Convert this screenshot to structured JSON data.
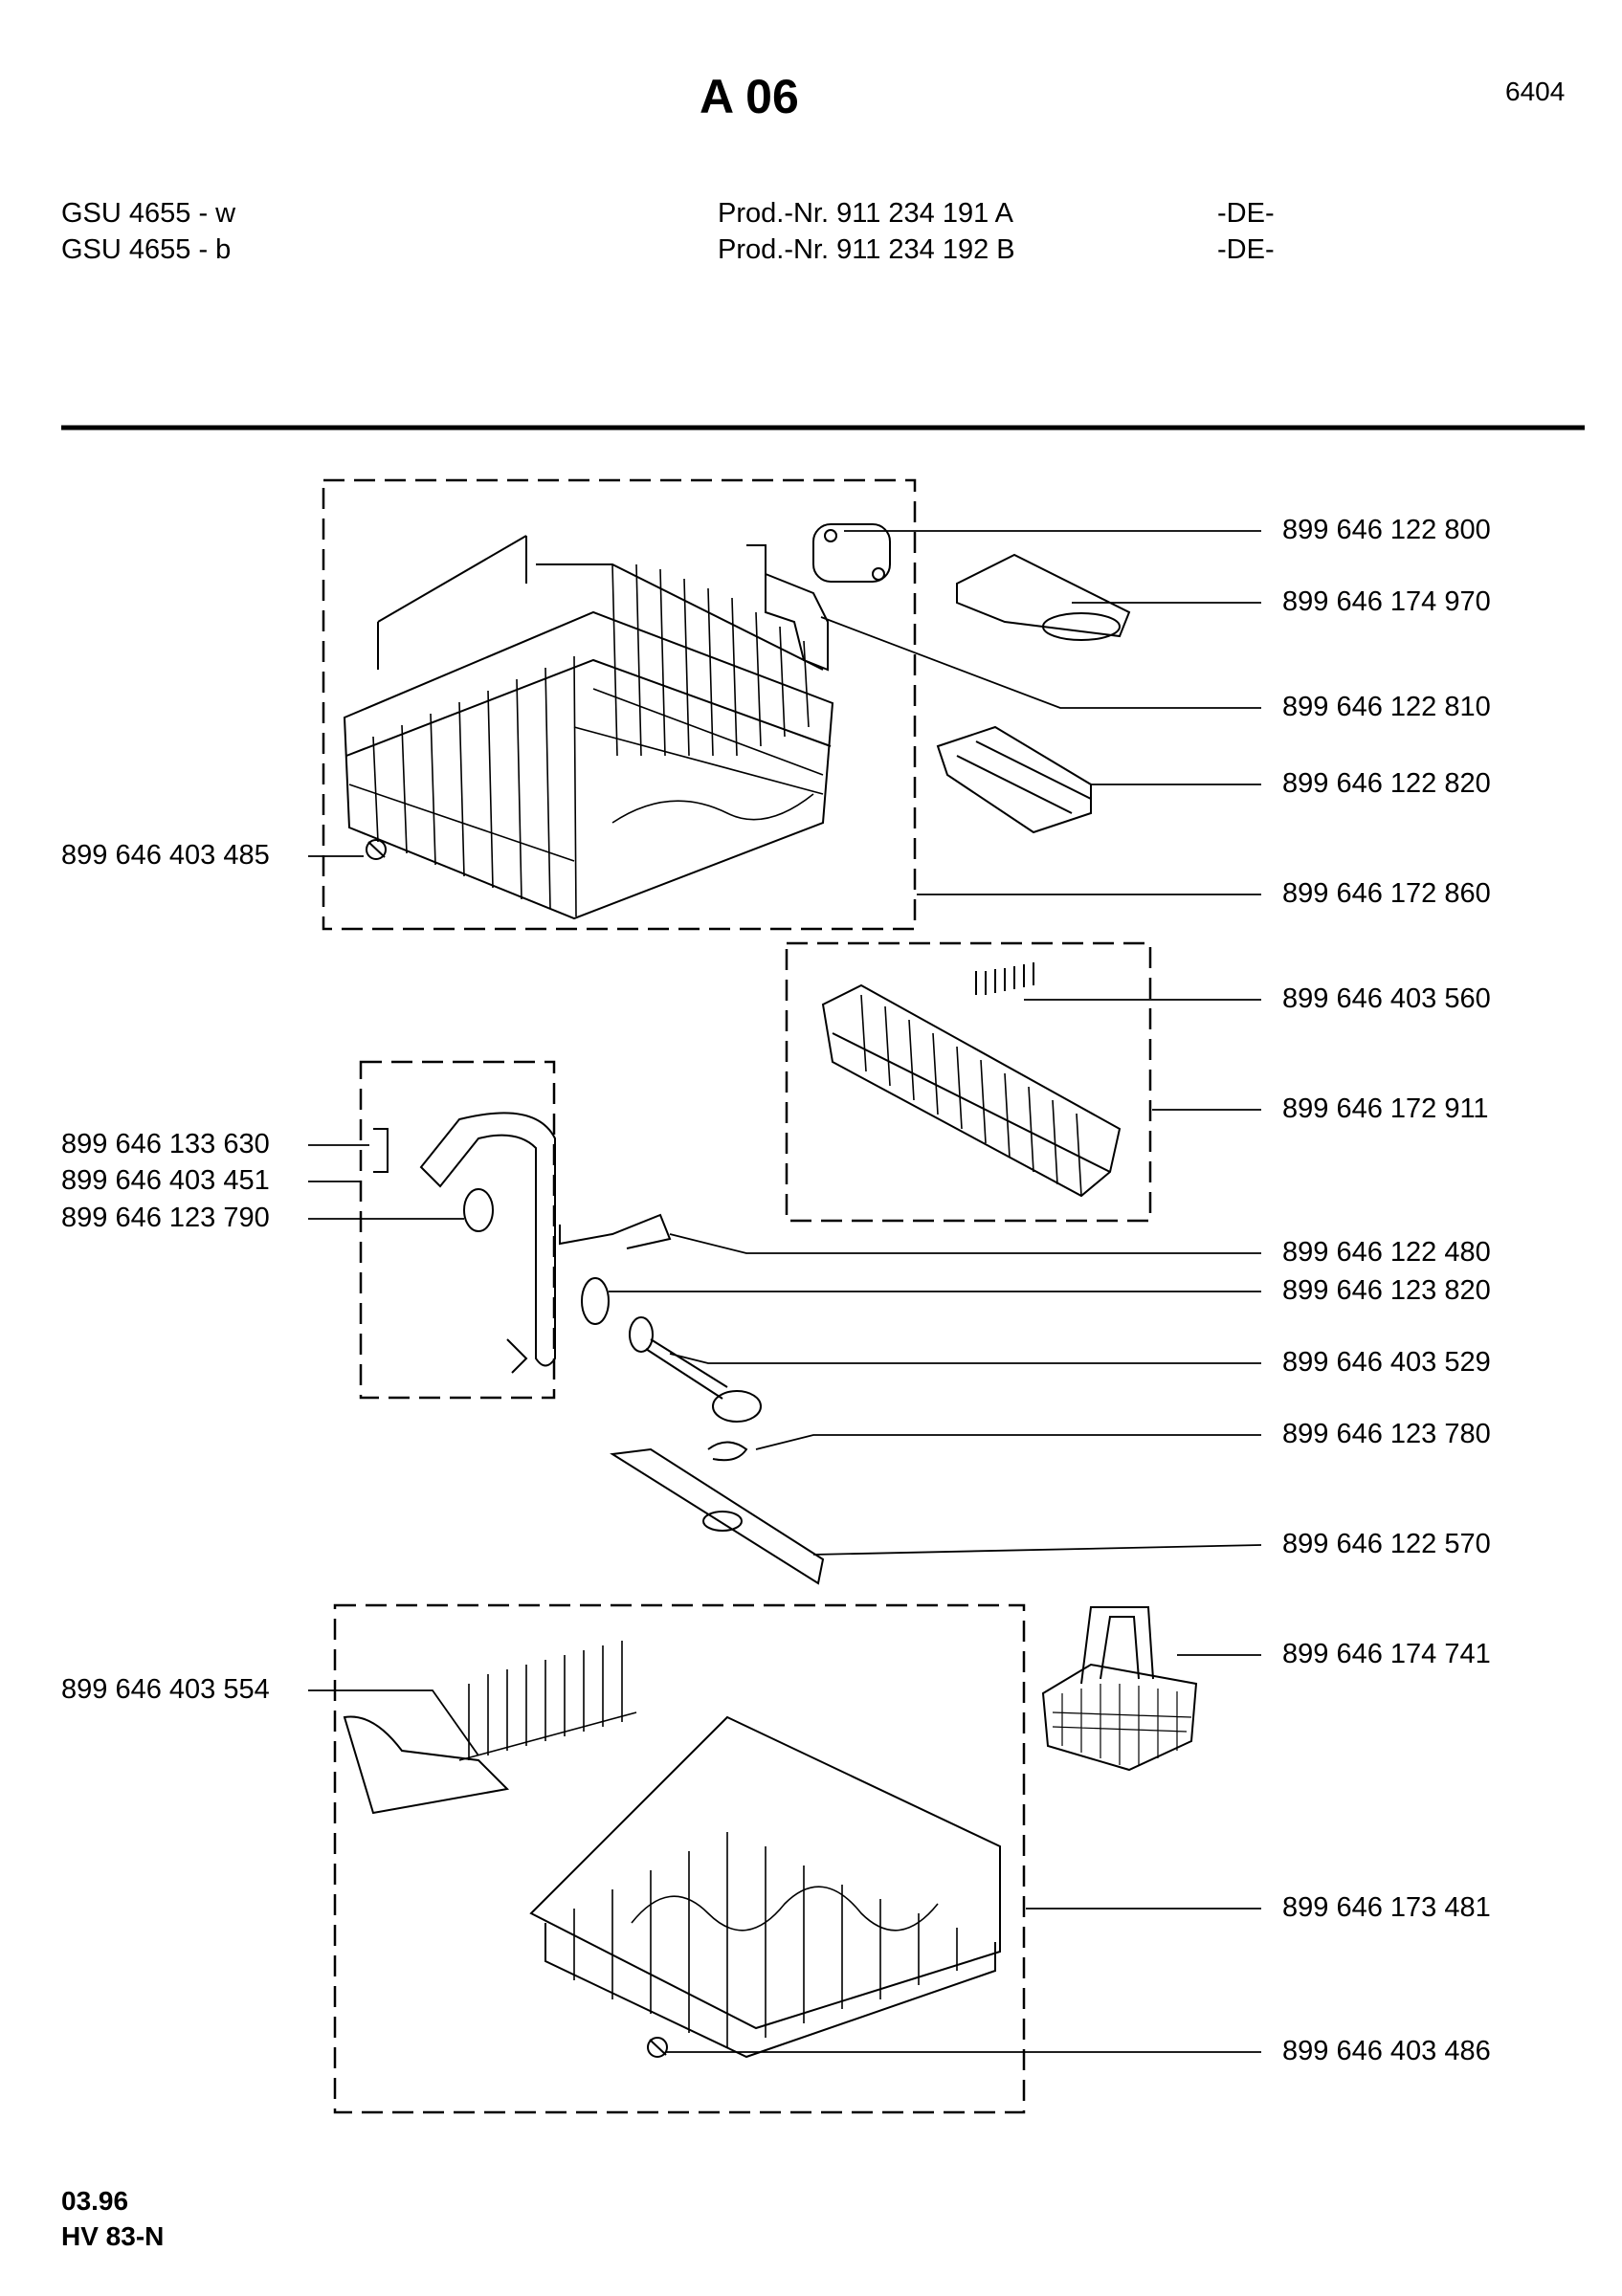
{
  "header": {
    "title": "A 06",
    "page_code": "6404",
    "models": [
      {
        "model": "GSU 4655 - w",
        "prod_nr": "Prod.-Nr. 911 234 191 A",
        "country": "-DE-"
      },
      {
        "model": "GSU 4655 - b",
        "prod_nr": "Prod.-Nr. 911 234 192 B",
        "country": "-DE-"
      }
    ]
  },
  "parts_right": [
    "899 646 122 800",
    "899 646 174 970",
    "899 646 122 810",
    "899 646 122 820",
    "899 646 172 860",
    "899 646 403 560",
    "899 646 172 911",
    "899 646 122 480",
    "899 646 123 820",
    "899 646 403 529",
    "899 646 123 780",
    "899 646 122 570",
    "899 646 174 741",
    "899 646 173 481",
    "899 646 403 486"
  ],
  "parts_left": [
    "899 646 403 485",
    "899 646 133 630",
    "899 646 403 451",
    "899 646 123 790",
    "899 646 403 554"
  ],
  "footer": {
    "date": "03.96",
    "ref": "HV 83-N"
  }
}
